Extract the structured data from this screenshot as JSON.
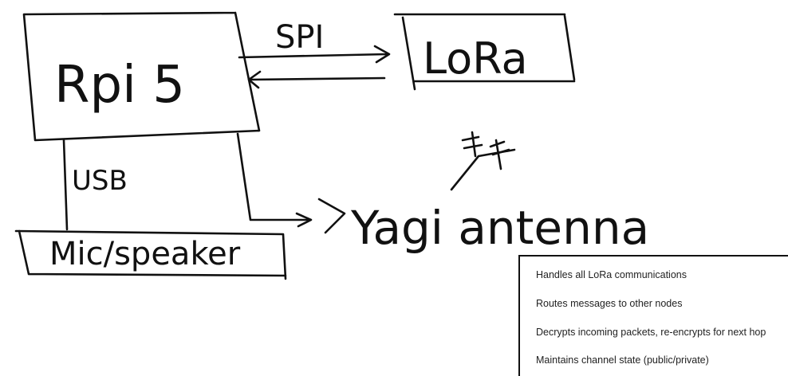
{
  "diagram": {
    "nodes": {
      "rpi": "Rpi 5",
      "lora": "LoRa",
      "mic": "Mic/speaker",
      "antenna": "Yagi antenna"
    },
    "edges": {
      "spi": "SPI",
      "usb": "USB"
    }
  },
  "notes": {
    "items": [
      "Handles all LoRa communications",
      "Routes messages to other nodes",
      "Decrypts incoming packets, re-encrypts for next hop",
      "Maintains channel state (public/private)"
    ]
  }
}
